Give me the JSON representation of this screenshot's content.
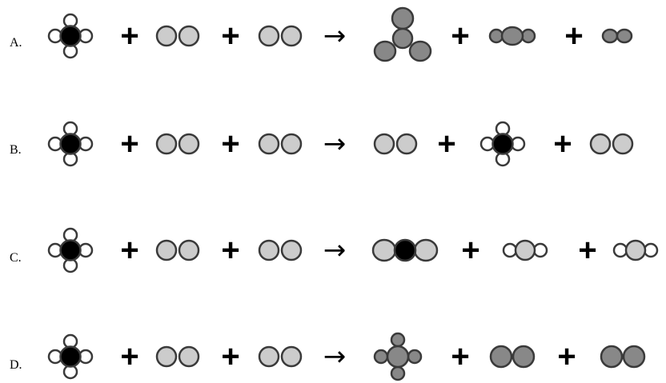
{
  "colors": {
    "black_atom": "#000000",
    "white_atom": "#ffffff",
    "light_gray_atom": "#cccccc",
    "dark_gray_atom": "#888888",
    "outline": "#3a3a3a"
  },
  "symbols": {
    "plus": "+",
    "arrow": "→"
  },
  "options": [
    {
      "label": "A.",
      "reactants": [
        "methane-molecule",
        "light-diatomic-molecule",
        "light-diatomic-molecule"
      ],
      "products": [
        "dark-tetra-cluster-molecule",
        "dark-triatomic-molecule",
        "small-dark-diatomic-molecule"
      ]
    },
    {
      "label": "B.",
      "reactants": [
        "methane-molecule",
        "light-diatomic-molecule",
        "light-diatomic-molecule"
      ],
      "products": [
        "light-diatomic-molecule",
        "methane-molecule",
        "light-diatomic-molecule"
      ]
    },
    {
      "label": "C.",
      "reactants": [
        "methane-molecule",
        "light-diatomic-molecule",
        "light-diatomic-molecule"
      ],
      "products": [
        "carbon-dioxide-molecule",
        "water-molecule",
        "water-molecule"
      ]
    },
    {
      "label": "D.",
      "reactants": [
        "methane-molecule",
        "light-diatomic-molecule",
        "light-diatomic-molecule"
      ],
      "products": [
        "dark-cross-molecule",
        "dark-diatomic-molecule",
        "dark-diatomic-molecule"
      ]
    }
  ]
}
